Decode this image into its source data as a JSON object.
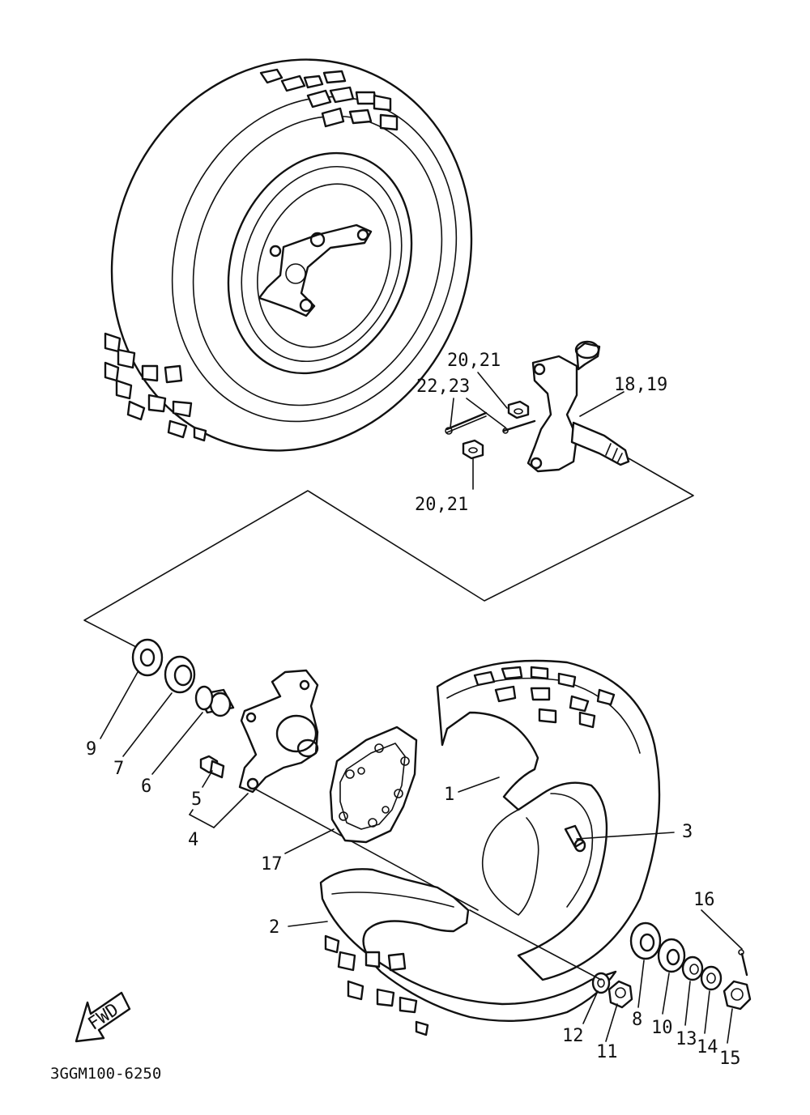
{
  "diagram": {
    "drawing_code": "3GGM100-6250",
    "fwd_label": "FWD",
    "labels": {
      "p1": "1",
      "p2": "2",
      "p3": "3",
      "p4": "4",
      "p5": "5",
      "p6": "6",
      "p7": "7",
      "p8": "8",
      "p9": "9",
      "p10": "10",
      "p11": "11",
      "p12": "12",
      "p13": "13",
      "p14": "14",
      "p15": "15",
      "p16": "16",
      "p17": "17",
      "p18_19": "18,19",
      "p20_21_top": "20,21",
      "p20_21_bottom": "20,21",
      "p22_23": "22,23"
    }
  }
}
